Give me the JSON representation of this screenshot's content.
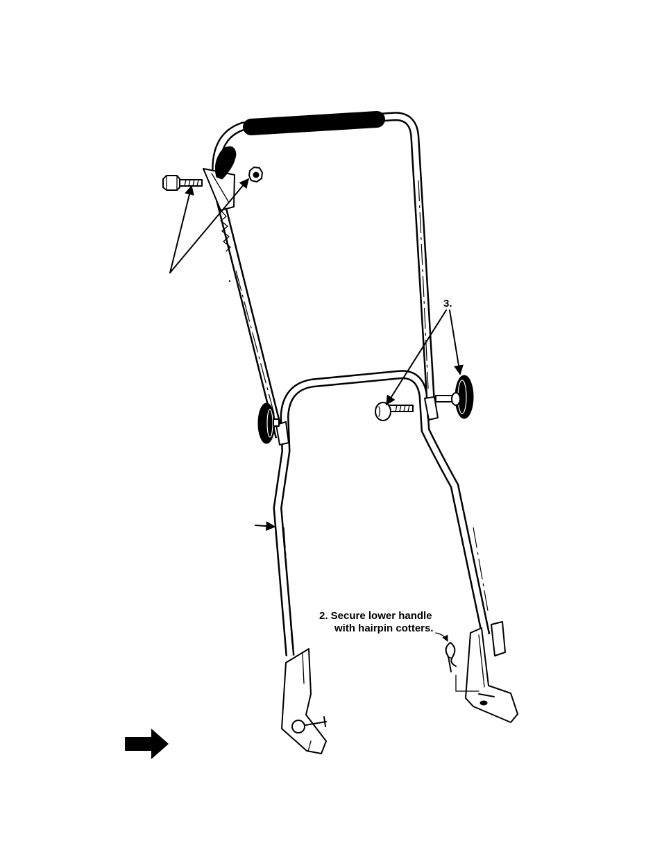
{
  "labels": {
    "callout_3": "3.",
    "step_2_line1": "2. Secure lower handle",
    "step_2_line2": "with hairpin cotters."
  },
  "icons": {
    "continue_arrow": "right-arrow-icon"
  },
  "colors": {
    "ink": "#000000",
    "paper": "#ffffff"
  }
}
